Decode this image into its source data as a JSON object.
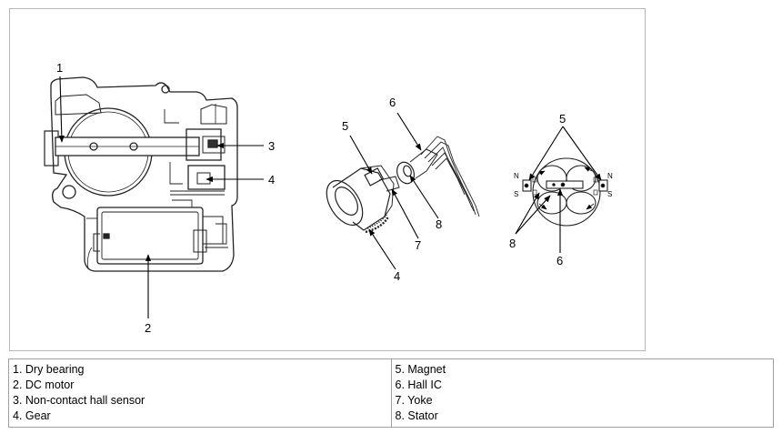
{
  "callouts": {
    "throttle": [
      "1",
      "2",
      "3",
      "4"
    ],
    "gear": [
      "5",
      "6",
      "7",
      "8",
      "4"
    ],
    "magnet": [
      "5",
      "8",
      "6"
    ]
  },
  "pole_marks": {
    "north": "N",
    "south": "S"
  },
  "legend": {
    "left": [
      "1. Dry bearing",
      "2. DC motor",
      "3. Non-contact hall sensor",
      "4. Gear"
    ],
    "right": [
      "5. Magnet",
      "6. Hall IC",
      "7. Yoke",
      "8. Stator"
    ]
  }
}
